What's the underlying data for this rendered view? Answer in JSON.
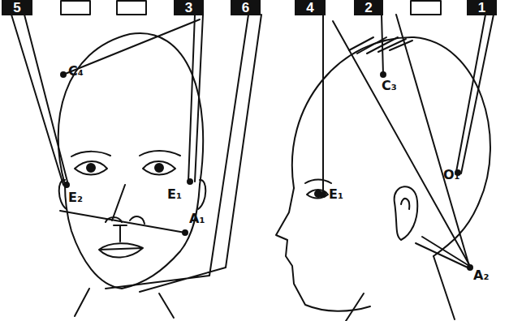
{
  "diagram": {
    "nodes": [
      {
        "text": [
          "5"
        ]
      },
      {
        "text": [
          "3"
        ]
      },
      {
        "text": [
          "6"
        ]
      },
      {
        "text": [
          "4"
        ]
      },
      {
        "text": [
          "2"
        ]
      },
      {
        "text": [
          "1"
        ]
      }
    ],
    "labels": [
      "C₄",
      "E₂",
      "E₁",
      "A₁",
      "E₁",
      "C₃",
      "O₁",
      "A₂"
    ]
  }
}
